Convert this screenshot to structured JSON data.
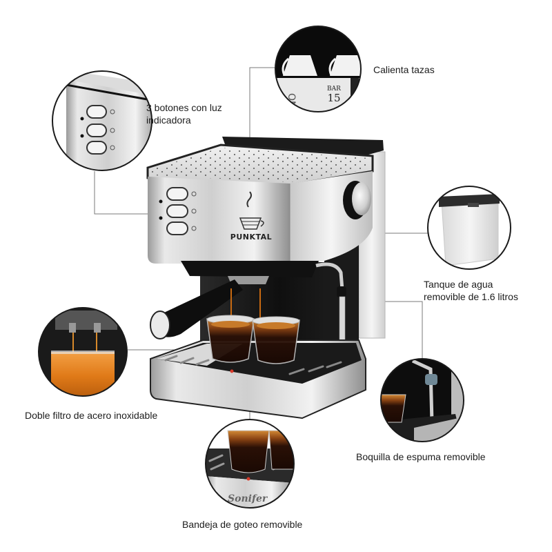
{
  "product": {
    "brand": "PUNKTAL",
    "secondary_brand": "Sonifer",
    "gauge_label": "BAR",
    "gauge_value": "15"
  },
  "callouts": [
    {
      "id": "cup-warmer",
      "label": "Calienta tazas"
    },
    {
      "id": "buttons",
      "label_line1": "3 botones con luz",
      "label_line2": "indicadora"
    },
    {
      "id": "water-tank",
      "label_line1": "Tanque de agua",
      "label_line2": "removible de 1.6 litros"
    },
    {
      "id": "double-filter",
      "label": "Doble filtro de acero inoxidable"
    },
    {
      "id": "steam-wand",
      "label": "Boquilla de espuma removible"
    },
    {
      "id": "drip-tray",
      "label": "Bandeja de goteo removible"
    }
  ],
  "colors": {
    "steel_light": "#e6e6e6",
    "steel_mid": "#b9b9b9",
    "steel_dark": "#8a8a8a",
    "black": "#141414",
    "coffee": "#3a1a0c",
    "crema": "#c9772a",
    "orange_coffee": "#e8861e",
    "leader_line": "#7a7a7a"
  }
}
